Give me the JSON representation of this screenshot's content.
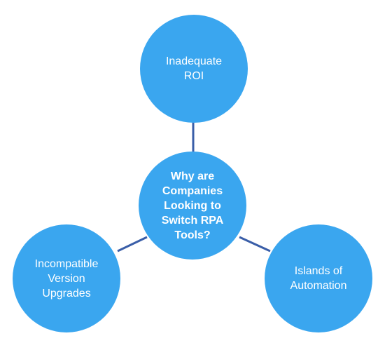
{
  "diagram": {
    "center": {
      "label": "Why are\nCompanies\nLooking to\nSwitch RPA\nTools?"
    },
    "nodes": [
      {
        "id": "top",
        "label": "Inadequate\nROI"
      },
      {
        "id": "left",
        "label": "Incompatible\nVersion\nUpgrades"
      },
      {
        "id": "right",
        "label": "Islands of\nAutomation"
      }
    ],
    "colors": {
      "circle_fill": "#3aa6ef",
      "connector": "#3a5ea8",
      "text": "#ffffff"
    }
  }
}
